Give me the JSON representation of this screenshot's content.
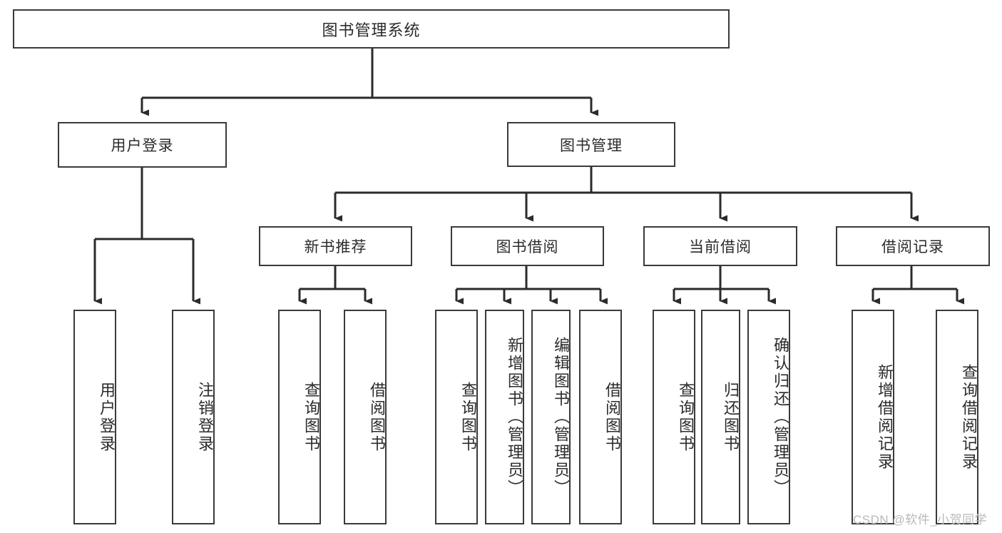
{
  "diagram": {
    "type": "tree",
    "title": "图书管理系统",
    "watermark": "CSDN @软件_小贺同学",
    "colors": {
      "box_border": "#3a3a3a",
      "box_fill": "#ffffff",
      "edge": "#2b2b2b",
      "text": "#2b2b2b",
      "watermark": "#b9b9b9"
    },
    "nodes": {
      "root": {
        "label": "图书管理系统"
      },
      "level1": [
        {
          "label": "用户登录"
        },
        {
          "label": "图书管理"
        }
      ],
      "level2": [
        {
          "label": "新书推荐"
        },
        {
          "label": "图书借阅"
        },
        {
          "label": "当前借阅"
        },
        {
          "label": "借阅记录"
        }
      ],
      "leaves": {
        "user_login": [
          {
            "label": "用户登录"
          },
          {
            "label": "注销登录"
          }
        ],
        "new_book_recommend": [
          {
            "label": "查询图书"
          },
          {
            "label": "借阅图书"
          }
        ],
        "book_borrow": [
          {
            "label": "查询图书"
          },
          {
            "label": "新增图书（管理员）"
          },
          {
            "label": "编辑图书（管理员）"
          },
          {
            "label": "借阅图书"
          }
        ],
        "current_borrow": [
          {
            "label": "查询图书"
          },
          {
            "label": "归还图书"
          },
          {
            "label": "确认归还（管理员）"
          }
        ],
        "borrow_record": [
          {
            "label": "新增借阅记录"
          },
          {
            "label": "查询借阅记录"
          }
        ]
      }
    }
  }
}
